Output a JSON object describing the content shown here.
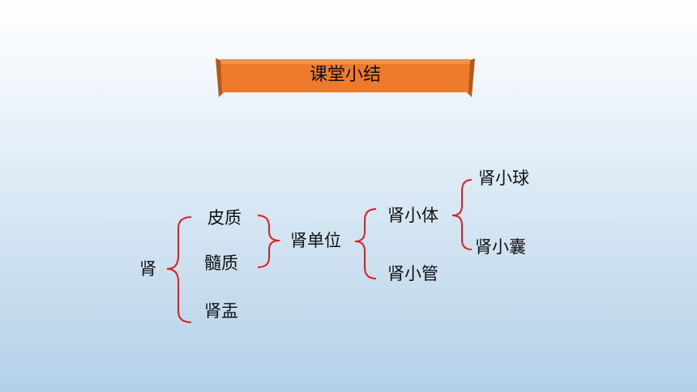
{
  "banner": {
    "title": "课堂小结",
    "fill": "#ee7a2c"
  },
  "bracket_color": "#e02020",
  "tree": {
    "root": "肾",
    "level1": [
      "皮质",
      "髓质",
      "肾盂"
    ],
    "nephron": "肾单位",
    "nephron_parts": [
      "肾小体",
      "肾小管"
    ],
    "corpuscle_parts": [
      "肾小球",
      "肾小囊"
    ]
  }
}
